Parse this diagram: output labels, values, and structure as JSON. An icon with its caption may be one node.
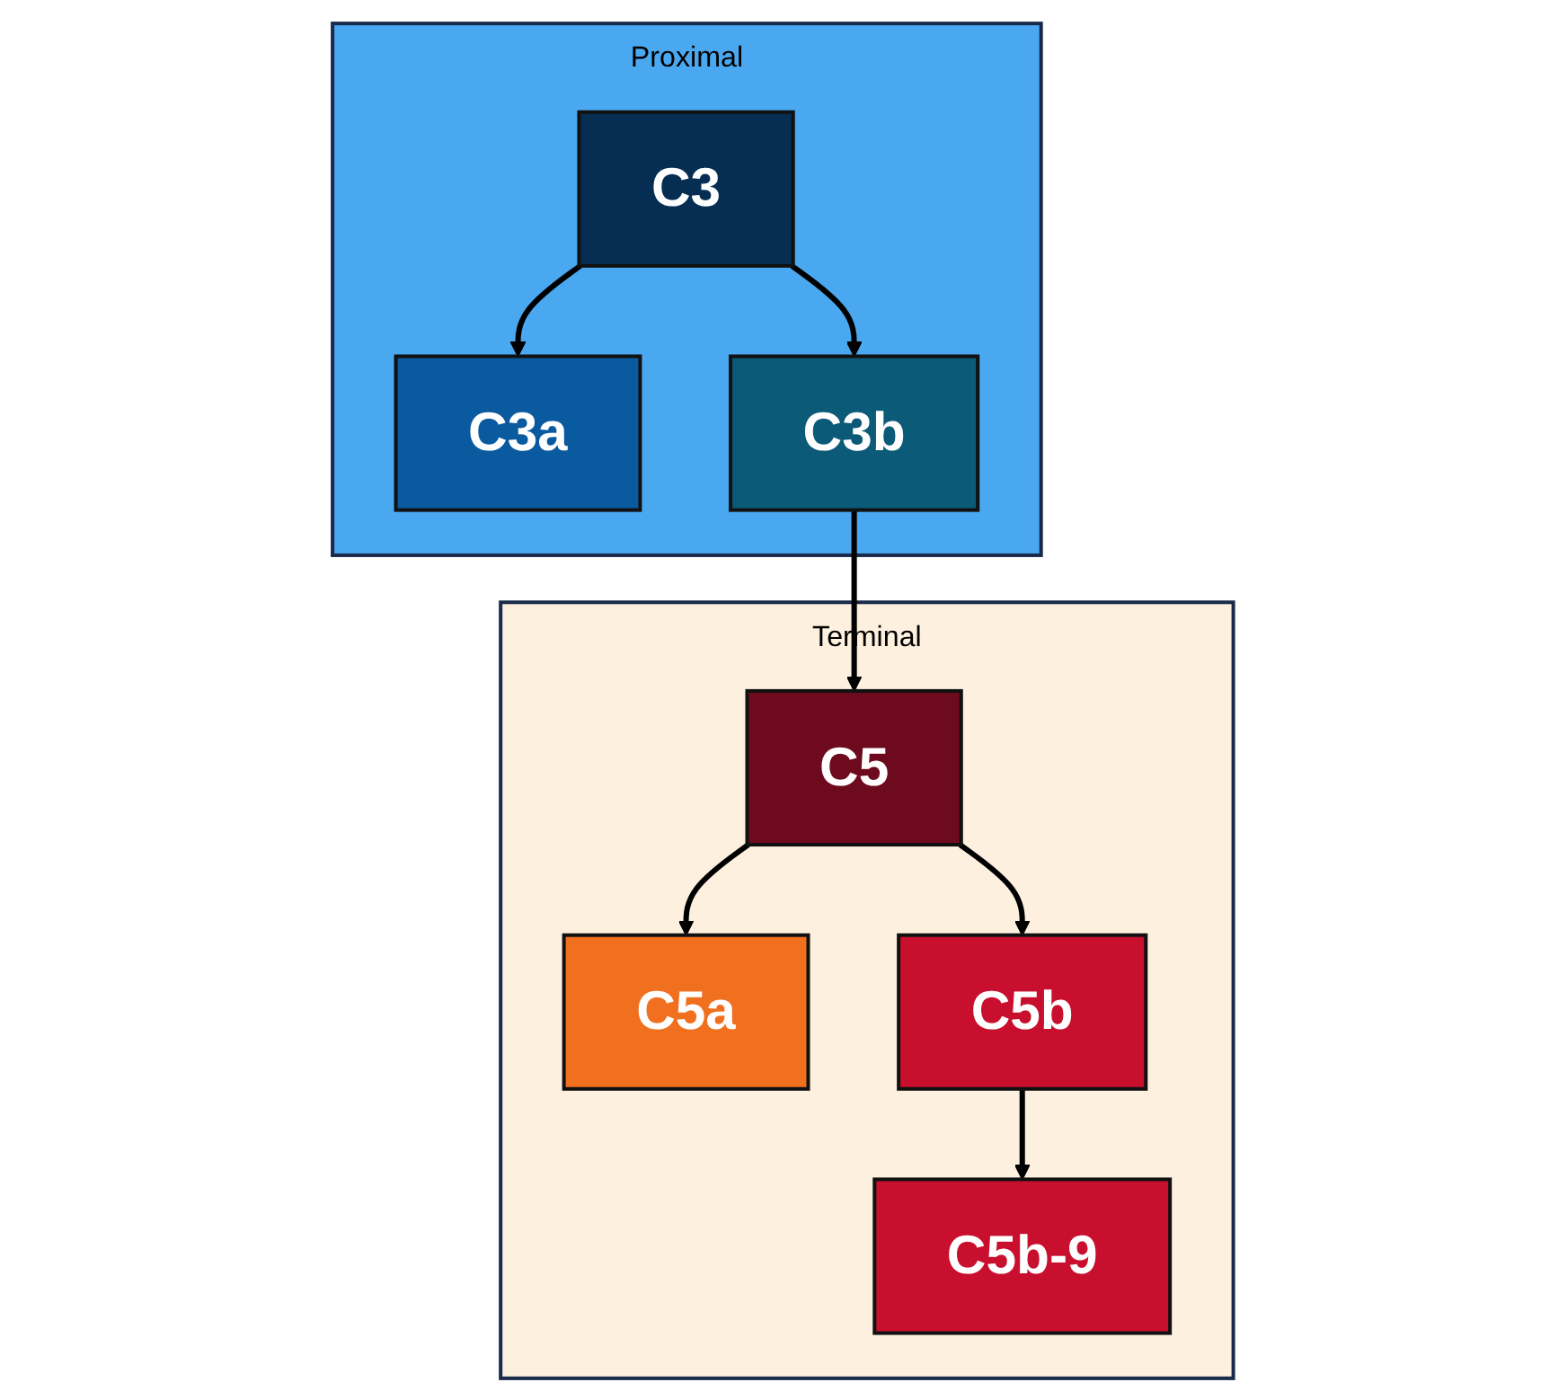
{
  "diagram": {
    "nodes": [
      {
        "text": [
          "Proximal"
        ]
      },
      {
        "text": [
          "C3"
        ],
        "in": 0
      },
      {
        "text": [
          "C3a"
        ],
        "in": 0
      },
      {
        "text": [
          "C3b"
        ],
        "in": 0
      },
      {
        "text": [
          "Terminal"
        ]
      },
      {
        "text": [
          "C5"
        ],
        "in": 4
      },
      {
        "text": [
          "C5a"
        ],
        "in": 4
      },
      {
        "text": [
          "C5b"
        ],
        "in": 4
      },
      {
        "text": [
          "C5b-9"
        ],
        "in": 4
      }
    ],
    "edges": [
      {
        "from": 1,
        "to": 2,
        "arrow": "to"
      },
      {
        "from": 1,
        "to": 3,
        "arrow": "to"
      },
      {
        "from": 3,
        "to": 5,
        "arrow": "to"
      },
      {
        "from": 5,
        "to": 6,
        "arrow": "to"
      },
      {
        "from": 5,
        "to": 7,
        "arrow": "to"
      },
      {
        "from": 7,
        "to": 8,
        "arrow": "to"
      }
    ]
  }
}
